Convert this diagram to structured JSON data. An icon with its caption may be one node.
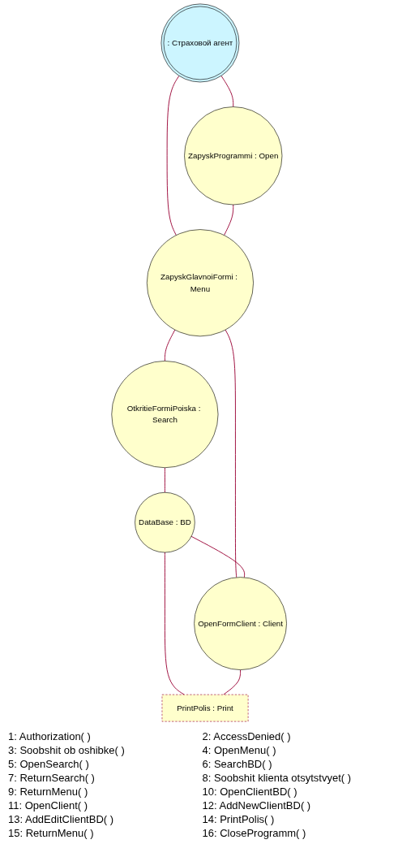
{
  "diagram": {
    "nodes": [
      {
        "text": [
          ": Страховой агент"
        ]
      },
      {
        "text": [
          "ZapyskProgrammi : Open"
        ]
      },
      {
        "text": [
          "ZapyskGlavnoiFormi : Menu"
        ]
      },
      {
        "text": [
          "OtkritieFormiPoiska : Search"
        ]
      },
      {
        "text": [
          "DataBase : BD"
        ]
      },
      {
        "text": [
          "OpenFormClient : Client"
        ]
      },
      {
        "text": [
          "PrintPolis : Print"
        ]
      }
    ],
    "edges": [
      {
        "from": 0,
        "to": 1,
        "arrow": "none"
      },
      {
        "from": 0,
        "to": 2,
        "arrow": "none"
      },
      {
        "from": 1,
        "to": 2,
        "arrow": "none"
      },
      {
        "from": 2,
        "to": 3,
        "arrow": "none"
      },
      {
        "from": 3,
        "to": 4,
        "arrow": "none"
      },
      {
        "from": 2,
        "to": 5,
        "arrow": "none"
      },
      {
        "from": 4,
        "to": 5,
        "arrow": "none"
      },
      {
        "from": 4,
        "to": 6,
        "arrow": "none"
      },
      {
        "from": 5,
        "to": 6,
        "arrow": "none"
      }
    ],
    "labels": [
      "1: Authorization( )",
      "2: AccessDenied( )",
      "3: Soobshit ob oshibke( )",
      "4: OpenMenu( )",
      "5: OpenSearch( )",
      "6: SearchBD( )",
      "7: ReturnSearch( )",
      "8: Soobshit klienta otsytstvyet( )",
      "9: ReturnMenu( )",
      "10: OpenClientBD( )",
      "11: OpenClient( )",
      "12: AddNewClientBD( )",
      "13: AddEditClientBD( )",
      "14: PrintPolis( )",
      "15: ReturnMenu( )",
      "16: CloseProgramm( )"
    ]
  }
}
